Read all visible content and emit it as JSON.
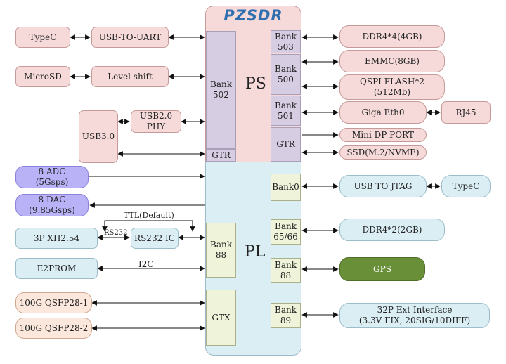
{
  "logo": "PZSDR",
  "colors": {
    "ps_bg": "#f6dada",
    "pl_bg": "#daeef4",
    "bank_bg": "#d6cde2",
    "accent_logo": "#2f6fb0",
    "gps": "#6a8f39"
  },
  "core": {
    "ps_label": "PS",
    "pl_label": "PL"
  },
  "ps_banks": {
    "bank502": "Bank\n502",
    "gtr_left": "GTR",
    "bank503": "Bank\n503",
    "bank500": "Bank\n500",
    "bank501": "Bank\n501",
    "gtr_right": "GTR"
  },
  "pl_banks": {
    "bank0": "Bank0",
    "bank65": "Bank\n65/66",
    "bank88r": "Bank\n88",
    "bank89": "Bank\n89",
    "bank88l": "Bank\n88",
    "gtx": "GTX"
  },
  "left_blocks": {
    "typec": "TypeC",
    "usb_uart": "USB-TO-UART",
    "microsd": "MicroSD",
    "level_shift": "Level shift",
    "usb3": "USB3.0",
    "usb2_phy": "USB2.0\nPHY",
    "adc": "8 ADC\n(5Gsps)",
    "dac": "8 DAC\n(9.85Gsps)",
    "xh254": "3P XH2.54",
    "rs232ic": "RS232 IC",
    "e2prom": "E2PROM",
    "qsfp1": "100G QSFP28-1",
    "qsfp2": "100G QSFP28-2"
  },
  "right_blocks": {
    "ddr4_4": "DDR4*4(4GB)",
    "emmc": "EMMC(8GB)",
    "qspi": "QSPI FLASH*2\n(512Mb)",
    "eth": "Giga Eth0",
    "rj45": "RJ45",
    "minidp": "Mini DP PORT",
    "ssd": "SSD(M.2/NVME)",
    "usb_jtag": "USB TO JTAG",
    "typec2": "TypeC",
    "ddr4_2": "DDR4*2(2GB)",
    "gps": "GPS",
    "ext": "32P Ext Interface\n(3.3V FIX, 20SIG/10DIFF)"
  },
  "labels": {
    "ttl": "TTL(Default)",
    "rs232": "RS232",
    "i2c": "I2C"
  }
}
